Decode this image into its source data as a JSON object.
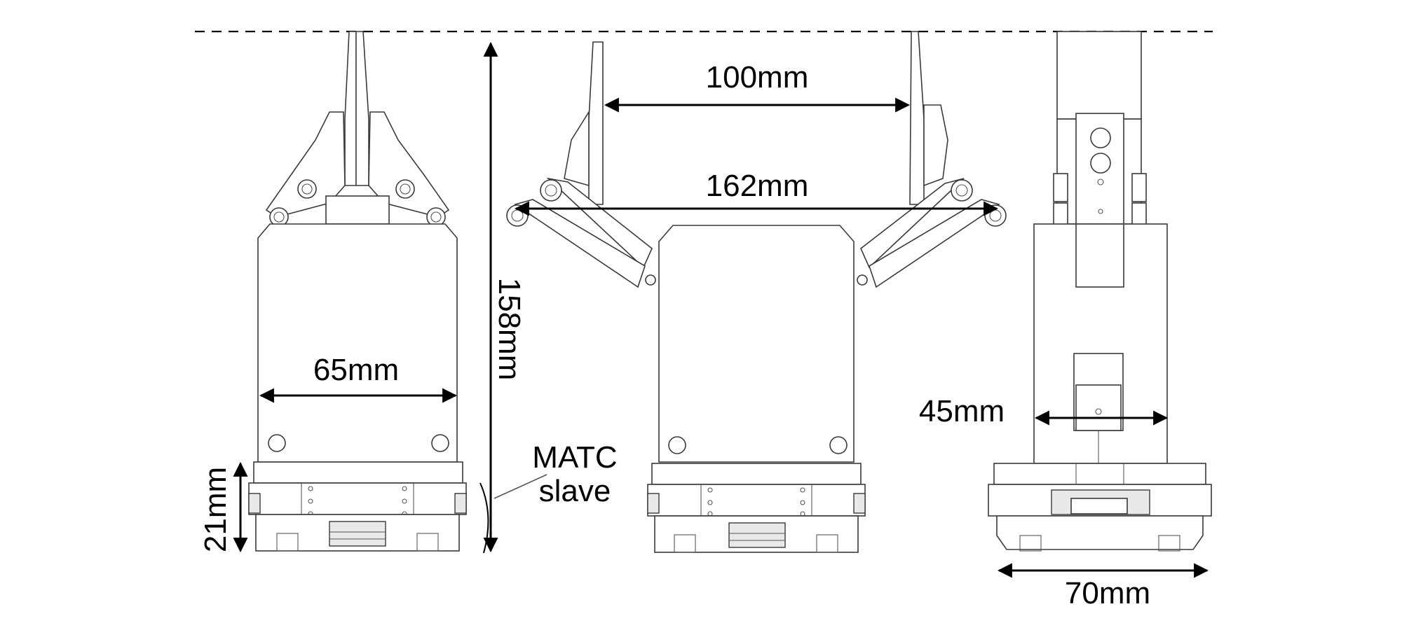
{
  "dimensions": {
    "width_front": "65mm",
    "height_total": "158mm",
    "mount_height": "21mm",
    "stroke": "100mm",
    "span_open": "162mm",
    "side_inner": "45mm",
    "side_width": "70mm"
  },
  "callout": {
    "line1": "MATC",
    "line2": "slave"
  },
  "colors": {
    "line": "#3a3a3a",
    "dimension": "#000000",
    "background": "#ffffff"
  }
}
